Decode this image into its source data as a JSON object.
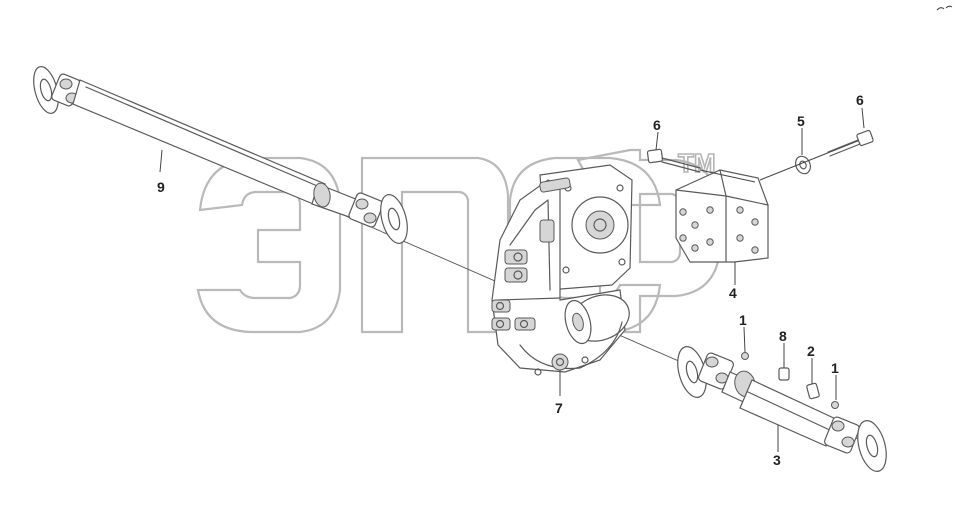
{
  "diagram": {
    "callouts": [
      {
        "id": "c9",
        "label": "9"
      },
      {
        "id": "c6a",
        "label": "6"
      },
      {
        "id": "c5",
        "label": "5"
      },
      {
        "id": "c6b",
        "label": "6"
      },
      {
        "id": "c4",
        "label": "4"
      },
      {
        "id": "c1a",
        "label": "1"
      },
      {
        "id": "c8",
        "label": "8"
      },
      {
        "id": "c2",
        "label": "2"
      },
      {
        "id": "c1b",
        "label": "1"
      },
      {
        "id": "c7",
        "label": "7"
      },
      {
        "id": "c3",
        "label": "3"
      }
    ],
    "watermark": {
      "tm": "TM"
    },
    "colors": {
      "line": "#5a5a5a",
      "watermark": "#b9b9b9",
      "text": "#222222"
    }
  }
}
